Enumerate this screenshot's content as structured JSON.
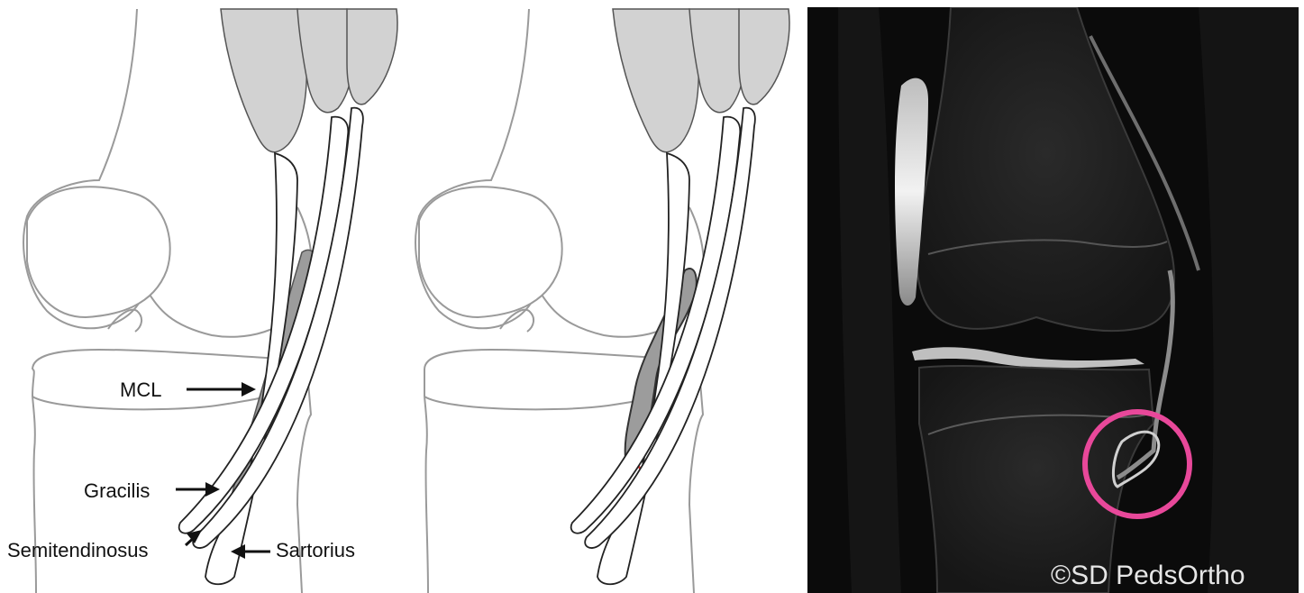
{
  "figure": {
    "panels": [
      {
        "name": "normal-anatomy-diagram",
        "labels": {
          "mcl": "MCL",
          "gracilis": "Gracilis",
          "semitendinosus": "Semitendinosus",
          "sartorius": "Sartorius"
        }
      },
      {
        "name": "avulsion-diagram"
      },
      {
        "name": "mri-coronal-knee"
      }
    ],
    "watermark": "©SD PedsOrtho",
    "colors": {
      "outline": "#9a9a9a",
      "muscle": "#d2d2d2",
      "mcl": "#9c9c9c",
      "tear": "#e0322b",
      "highlight_circle": "#e8489a",
      "mri_background": "#0b0b0b"
    }
  }
}
